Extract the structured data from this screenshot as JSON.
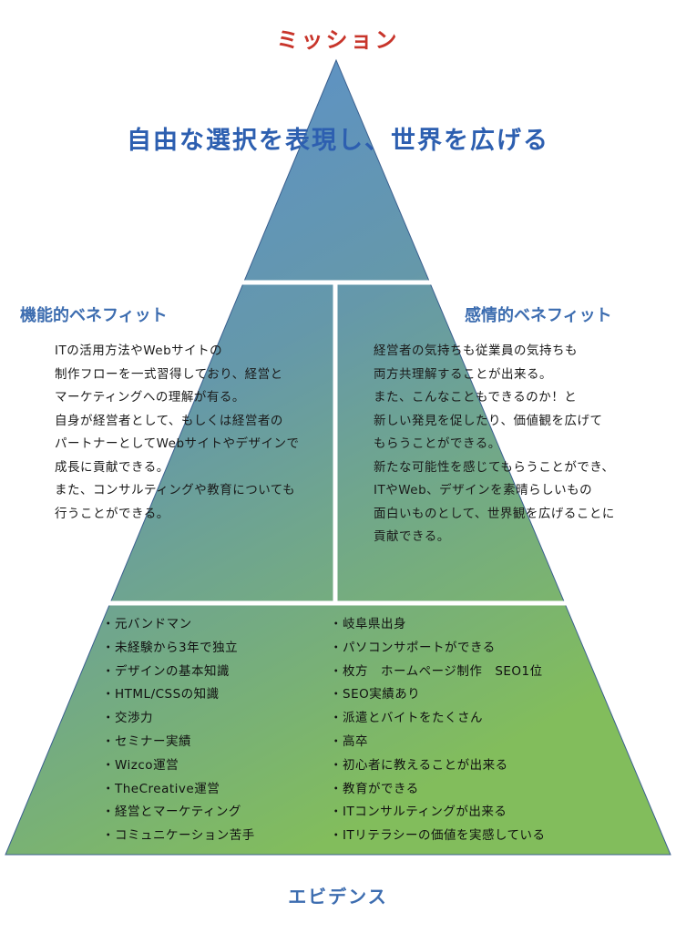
{
  "mission_label": "ミッション",
  "mission": "自由な選択を表現し、世界を広げる",
  "functional_benefit": {
    "title": "機能的ベネフィット",
    "lines": [
      "ITの活用方法やWebサイトの",
      "制作フローを一式習得しており、経営と",
      "マーケティングへの理解が有る。",
      "自身が経営者として、もしくは経営者の",
      "パートナーとしてWebサイトやデザインで",
      "成長に貢献できる。",
      "また、コンサルティングや教育についても",
      "行うことができる。"
    ]
  },
  "emotional_benefit": {
    "title": "感情的ベネフィット",
    "lines": [
      "経営者の気持ちも従業員の気持ちも",
      "両方共理解することが出来る。",
      "また、こんなこともできるのか！と",
      "新しい発見を促したり、価値観を広げて",
      "もらうことができる。",
      "新たな可能性を感じてもらうことができ、",
      "ITやWeb、デザインを素晴らしいもの",
      "面白いものとして、世界観を広げることに",
      "貢献できる。"
    ]
  },
  "evidence_left": [
    "元バンドマン",
    "未経験から3年で独立",
    "デザインの基本知識",
    "HTML/CSSの知識",
    "交渉力",
    "セミナー実績",
    "Wizco運営",
    "TheCreative運営",
    "経営とマーケティング",
    "コミュニケーション苦手"
  ],
  "evidence_right": [
    "岐阜県出身",
    "パソコンサポートができる",
    "枚方　ホームページ制作　SEO1位",
    "SEO実績あり",
    "派遣とバイトをたくさん",
    "高卒",
    "初心者に教えることが出来る",
    "教育ができる",
    "ITコンサルティングが出来る",
    "ITリテラシーの価値を実感している"
  ],
  "evidence_label": "エビデンス",
  "colors": {
    "top_blue": "#5a8fcf",
    "middle_teal": "#6a9aa8",
    "bottom_green": "#80b860",
    "mission_label": "#c8352b",
    "heading_blue": "#3d6db0"
  }
}
